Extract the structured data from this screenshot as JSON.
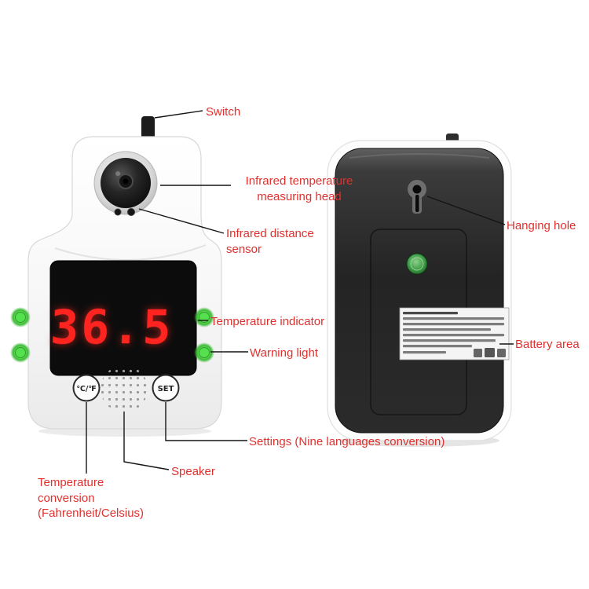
{
  "colors": {
    "label_text": "#e0312e",
    "leader_line": "#151515",
    "display_digits": "#ff2420",
    "led_green": "#55e04e"
  },
  "front_device": {
    "display_value": "36.5",
    "unit_button_label": "℃/℉",
    "set_button_label": "SET"
  },
  "callouts": {
    "switch": "Switch",
    "measuring_head": "Infrared temperature\nmeasuring head",
    "distance_sensor": "Infrared distance\nsensor",
    "temperature_indicator": "Temperature indicator",
    "warning_light": "Warning light",
    "hanging_hole": "Hanging hole",
    "battery_area": "Battery area",
    "settings": "Settings (Nine languages conversion)",
    "speaker": "Speaker",
    "temperature_conversion": "Temperature\nconversion\n(Fahrenheit/Celsius)"
  }
}
